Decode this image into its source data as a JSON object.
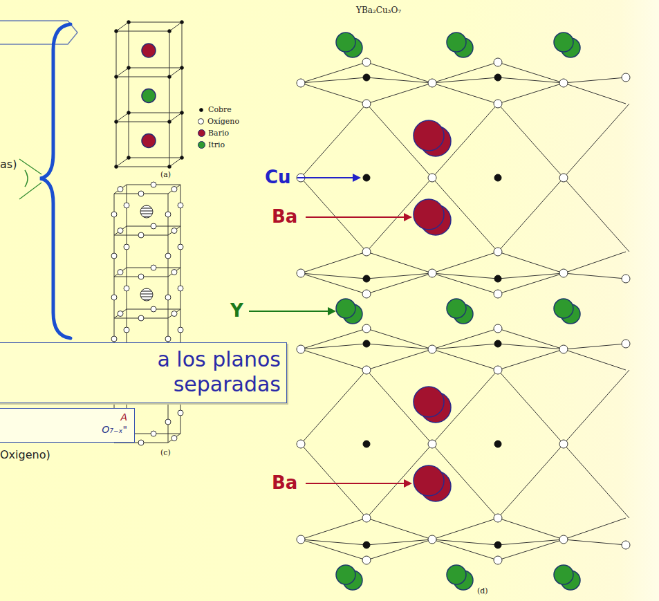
{
  "diagram": {
    "nodes": [
      {
        "text": [
          "a los planos separadas"
        ]
      },
      {
        "text": [
          "A",
          "O₇₋ₓ\""
        ]
      }
    ],
    "labels": [
      "YBa₂Cu₃O₇",
      "(a)",
      "as)",
      "Cu",
      "Ba",
      "Y",
      "(c)",
      "Ba",
      "Oxigeno)",
      "(d)"
    ],
    "legend": [
      {
        "text": "Cobre",
        "color": "#000000"
      },
      {
        "text": "Oxígeno",
        "color": "#ffffff"
      },
      {
        "text": "Bario",
        "color": "#a3122f"
      },
      {
        "text": "Itrio",
        "color": "#2e9a2e"
      }
    ]
  }
}
